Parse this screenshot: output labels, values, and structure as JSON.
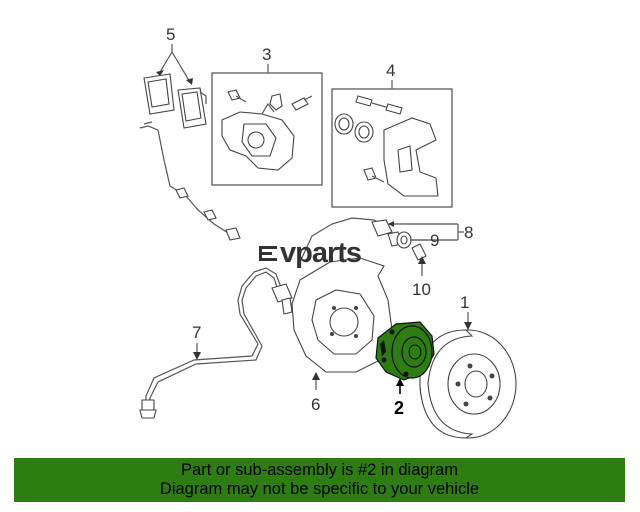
{
  "callouts": {
    "c1": "1",
    "c2": "2",
    "c3": "3",
    "c4": "4",
    "c5": "5",
    "c6": "6",
    "c7": "7",
    "c8": "8",
    "c9": "9",
    "c10": "10"
  },
  "watermark": "vparts",
  "banner": {
    "line1": "Part or sub-assembly is #2 in diagram",
    "line2": "Diagram may not be specific to your vehicle"
  },
  "colors": {
    "banner": "#2e7d13",
    "highlight": "#2e7d13"
  }
}
